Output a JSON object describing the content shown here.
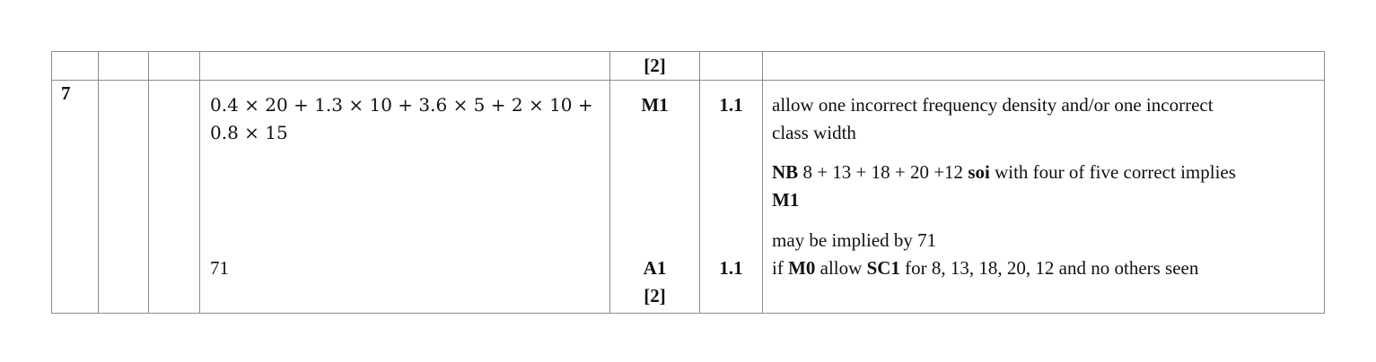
{
  "previous_row": {
    "marks_total": "[2]"
  },
  "question_7": {
    "number": "7",
    "answer_line_1": "0.4 × 20 + 1.3 × 10 + 3.6 × 5 + 2 × 10 +",
    "answer_line_2": "0.8 × 15",
    "answer_final": "71",
    "mark_1": "M1",
    "ao_1": "1.1",
    "mark_2": "A1",
    "ao_2": "1.1",
    "marks_total": "[2]",
    "guidance": {
      "line1_a": "allow one incorrect frequency density and/or one incorrect",
      "line1_b": "class width",
      "nb_label": "NB",
      "nb_text_1": " 8 + 13 + 18 + 20 +12 ",
      "nb_soi": "soi",
      "nb_text_2": " with four of five correct implies",
      "nb_m1": "M1",
      "implied_line": "may be implied by 71",
      "if_text": "if ",
      "if_m0": "M0",
      "allow_text": " allow ",
      "sc1": "SC1",
      "sc1_rest": " for 8, 13, 18, 20, 12 and no others seen"
    }
  }
}
